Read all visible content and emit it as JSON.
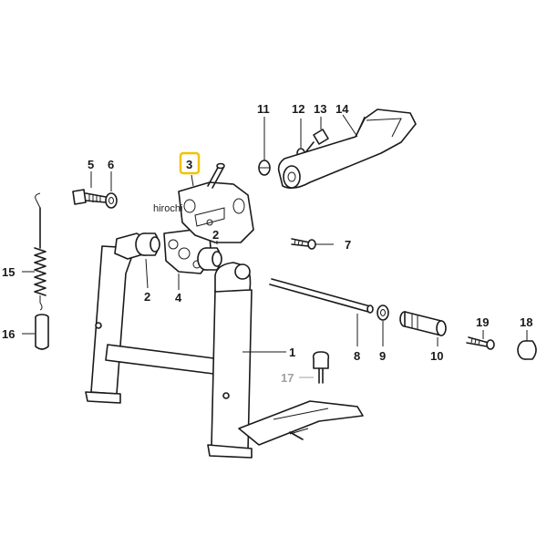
{
  "watermark": "hirochi",
  "highlight_color": "#f2c200",
  "highlighted_part": "3",
  "callouts": {
    "p1": "1",
    "p2a": "2",
    "p2b": "2",
    "p3": "3",
    "p4": "4",
    "p5": "5",
    "p6": "6",
    "p7": "7",
    "p8": "8",
    "p9": "9",
    "p10": "10",
    "p11": "11",
    "p12": "12",
    "p13": "13",
    "p14": "14",
    "p15": "15",
    "p16": "16",
    "p17": "17",
    "p18": "18",
    "p19": "19"
  }
}
